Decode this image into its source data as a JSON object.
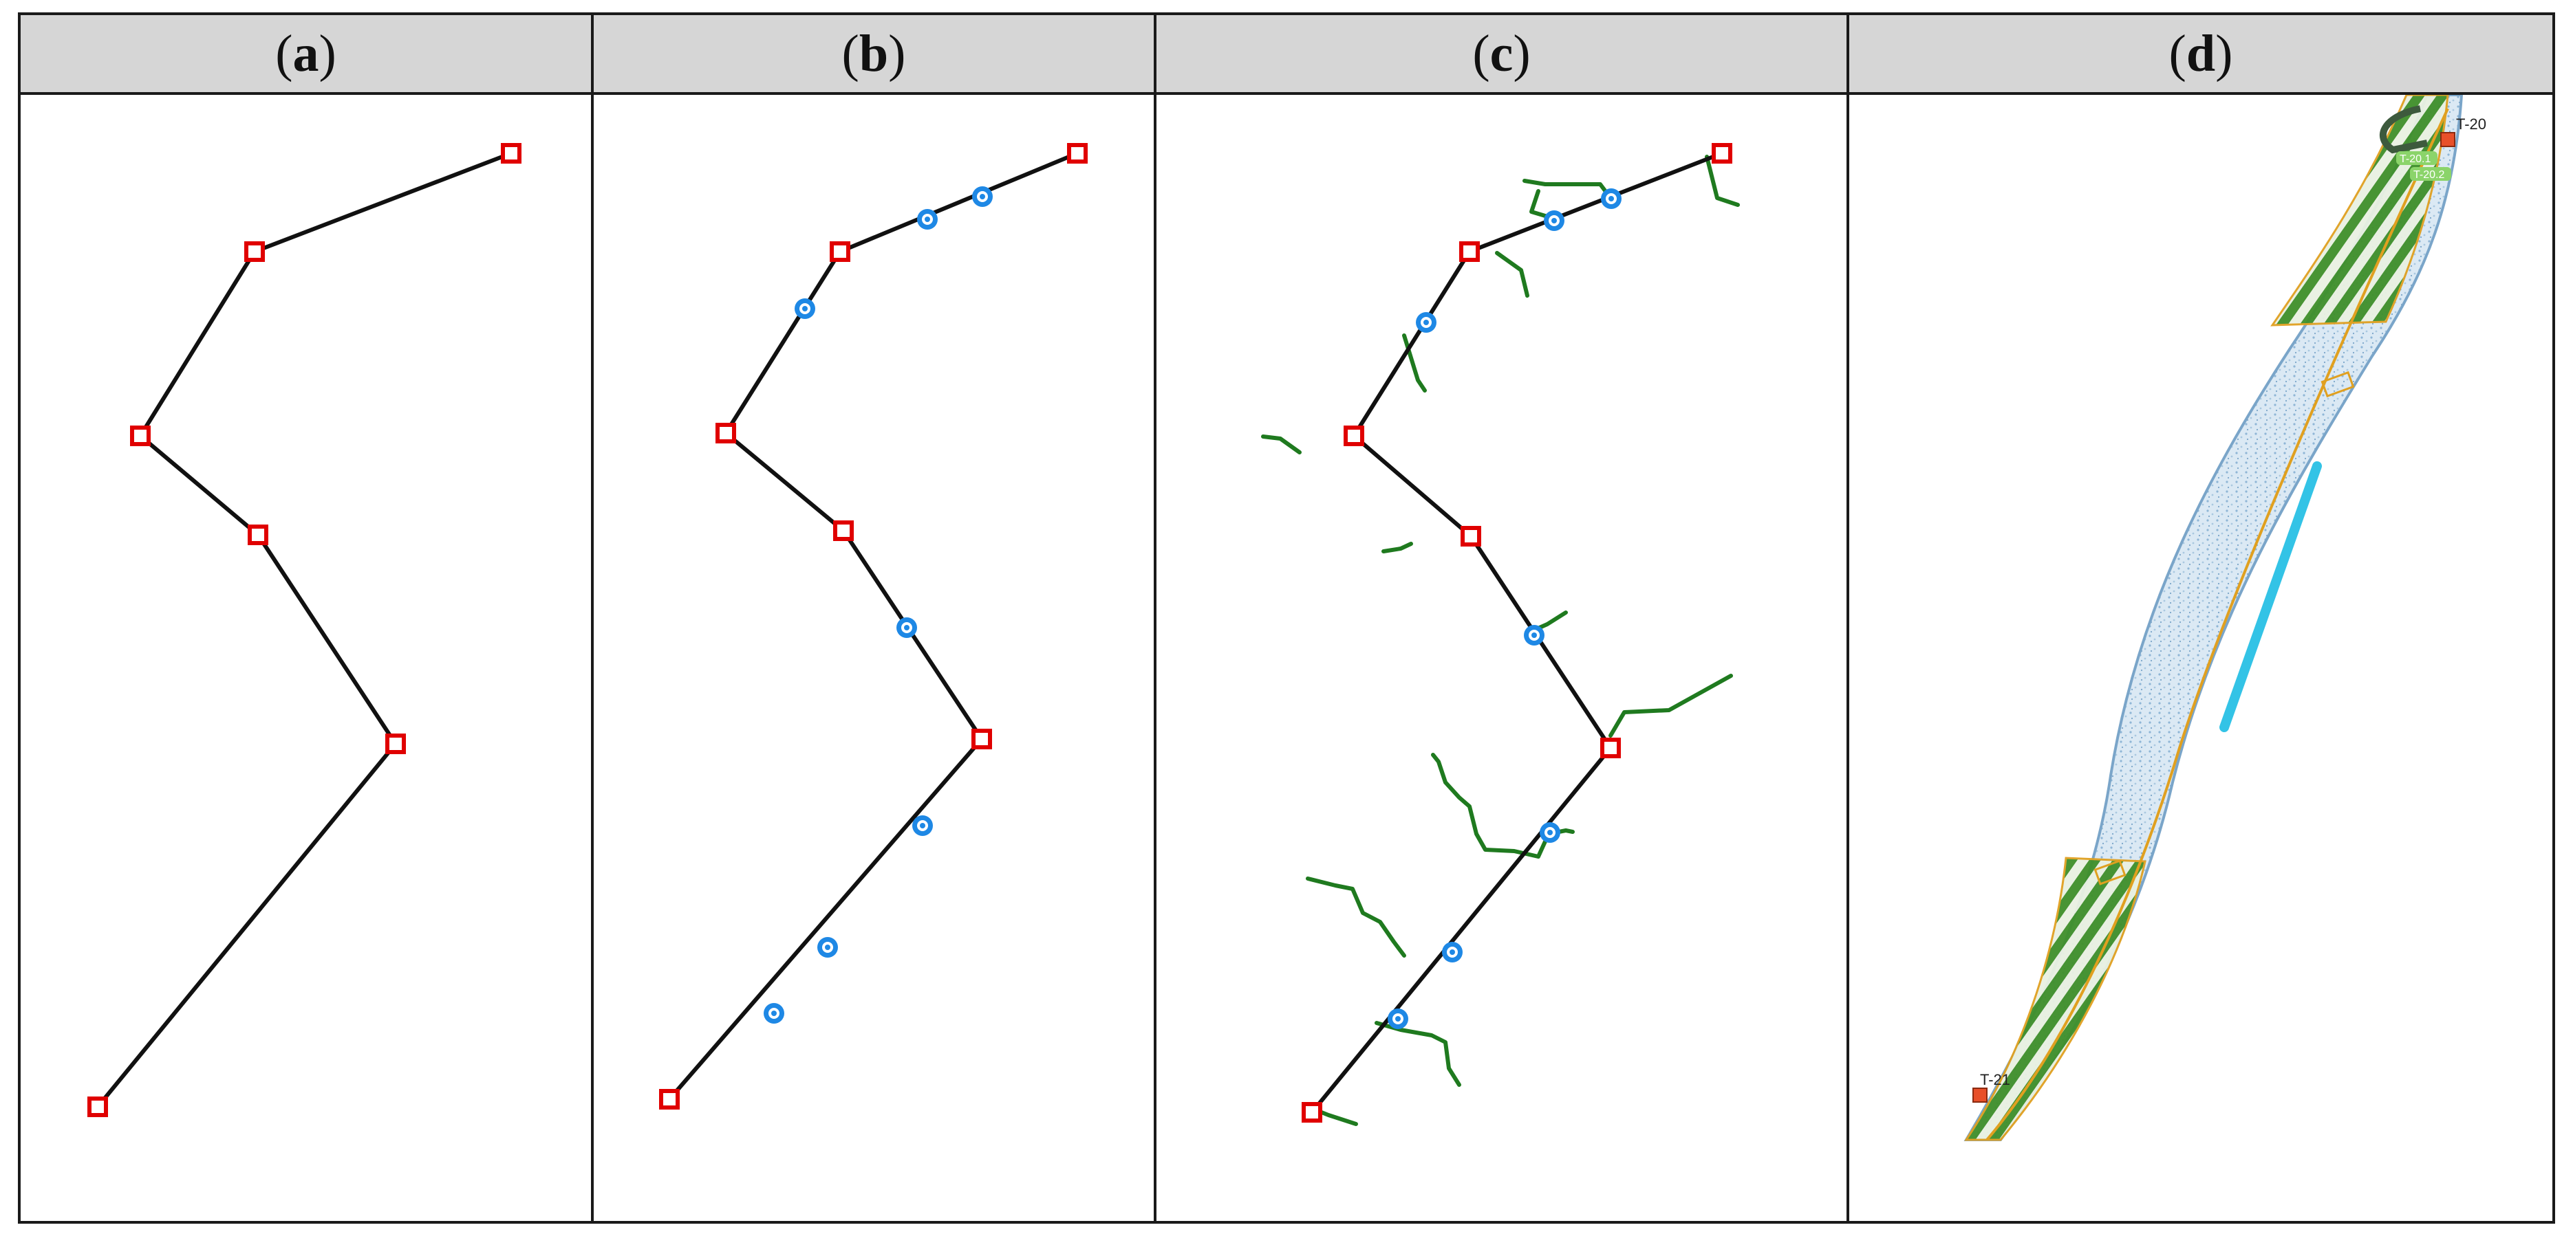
{
  "headers": {
    "a": {
      "open": "(",
      "letter": "a",
      "close": ")"
    },
    "b": {
      "open": "(",
      "letter": "b",
      "close": ")"
    },
    "c": {
      "open": "(",
      "letter": "c",
      "close": ")"
    },
    "d": {
      "open": "(",
      "letter": "d",
      "close": ")"
    }
  },
  "map_labels": {
    "top_marker": "T-20",
    "bottom_marker": "T-21",
    "green_tag_1": "T-20.1",
    "green_tag_2": "T-20.2"
  },
  "colors": {
    "path_line": "#111111",
    "vertex_marker": "#e00000",
    "inserted_point": "#1e88e5",
    "branch_line": "#1f7a1f",
    "header_fill": "#d6d6d6",
    "map_stipple": "#b9d5ea",
    "map_hatch": "#3f8f2a",
    "map_outline": "#e0a020"
  },
  "icons": {
    "vertex": "red-square-marker",
    "inserted": "blue-circle-marker",
    "branch": "green-polyline"
  }
}
